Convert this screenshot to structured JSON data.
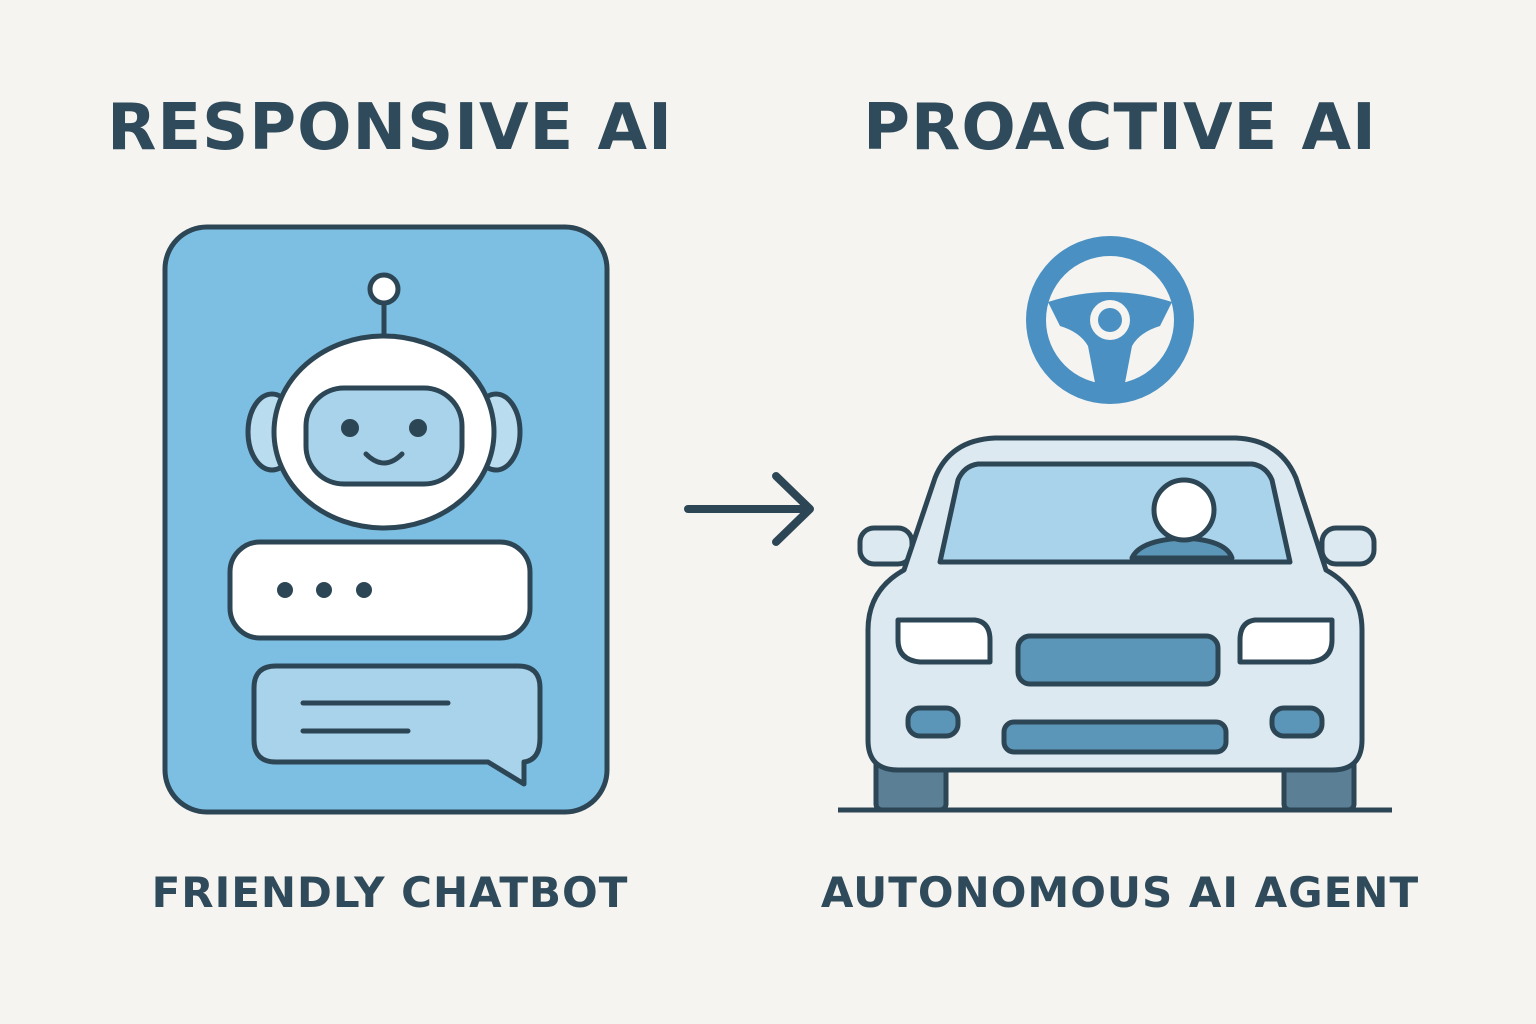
{
  "left_panel": {
    "heading": "RESPONSIVE AI",
    "caption": "FRIENDLY CHATBOT"
  },
  "right_panel": {
    "heading": "PROACTIVE AI",
    "caption": "AUTONOMOUS AI AGENT"
  },
  "icons": [
    "robot-icon",
    "typing-bubble-icon",
    "message-bubble-icon",
    "arrow-right-icon",
    "steering-wheel-icon",
    "car-icon",
    "driver-icon"
  ],
  "colors": {
    "background": "#f5f4f0",
    "text": "#2f4a5a",
    "outline": "#2d4655",
    "panel_blue": "#7dbfe2",
    "light_blue": "#a9d3ea",
    "car_body": "#dde9f1",
    "accent_blue": "#4a90c2",
    "mid_blue": "#5b96b8",
    "white": "#ffffff"
  }
}
